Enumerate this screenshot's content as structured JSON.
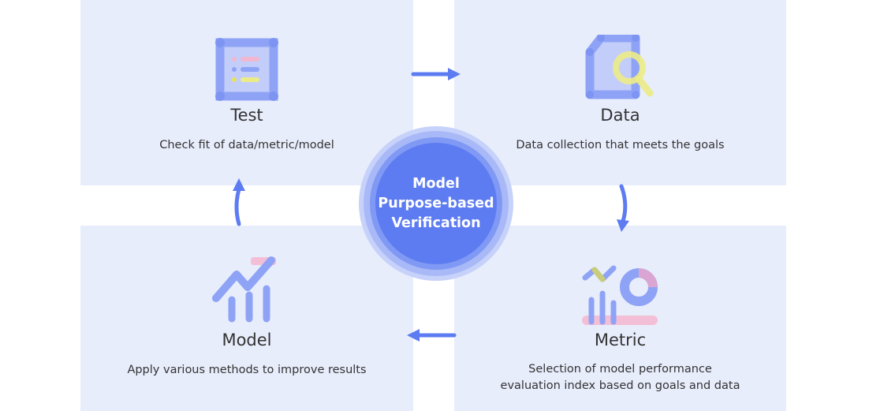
{
  "center": {
    "lines": [
      "Model",
      "Purpose-based",
      "Verification"
    ]
  },
  "quadrants": {
    "test": {
      "title": "Test",
      "description": [
        "Check fit of data/metric/model"
      ],
      "icon": "checklist-icon"
    },
    "data": {
      "title": "Data",
      "description": [
        "Data collection that meets the goals"
      ],
      "icon": "data-search-icon"
    },
    "model": {
      "title": "Model",
      "description": [
        "Apply various methods to improve results"
      ],
      "icon": "growth-chart-icon"
    },
    "metric": {
      "title": "Metric",
      "description": [
        "Selection of model performance",
        "evaluation index based on goals and data"
      ],
      "icon": "metric-chart-icon"
    }
  },
  "colors": {
    "panel": "#e8edfc",
    "accent": "#5e7cf1",
    "icon_blue": "#8fa5f5",
    "icon_yellow": "#ecec86",
    "icon_pink": "#f3bfd6"
  }
}
